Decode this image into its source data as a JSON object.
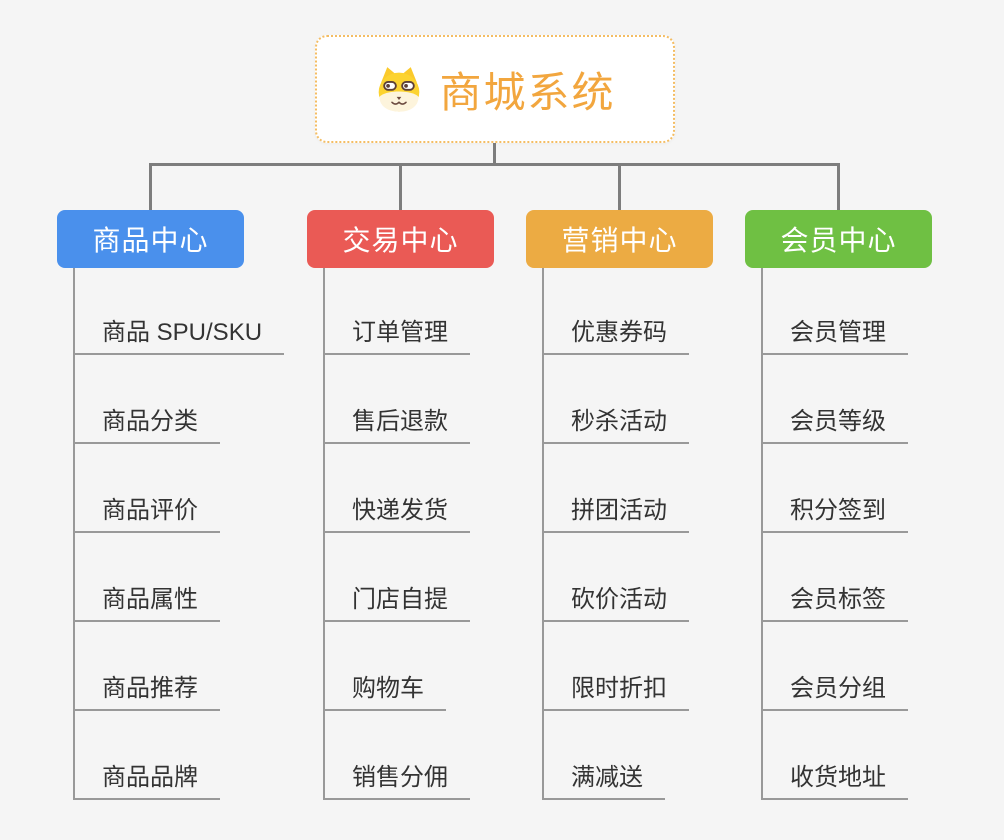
{
  "theme": {
    "page_bg": "#f5f5f5",
    "connector": "#7d7d7d",
    "item_line": "#999999",
    "item_text": "#333333",
    "root_border": "#f4bd63",
    "root_text": "#f2a63e"
  },
  "root": {
    "title": "商城系统",
    "icon": "shiba-dog-icon"
  },
  "branches": [
    {
      "label": "商品中心",
      "color": "#4a90ec",
      "items": [
        "商品 SPU/SKU",
        "商品分类",
        "商品评价",
        "商品属性",
        "商品推荐",
        "商品品牌"
      ]
    },
    {
      "label": "交易中心",
      "color": "#ea5a55",
      "items": [
        "订单管理",
        "售后退款",
        "快递发货",
        "门店自提",
        "购物车",
        "销售分佣"
      ]
    },
    {
      "label": "营销中心",
      "color": "#ecab43",
      "items": [
        "优惠券码",
        "秒杀活动",
        "拼团活动",
        "砍价活动",
        "限时折扣",
        "满减送"
      ]
    },
    {
      "label": "会员中心",
      "color": "#6fc043",
      "items": [
        "会员管理",
        "会员等级",
        "积分签到",
        "会员标签",
        "会员分组",
        "收货地址"
      ]
    }
  ]
}
